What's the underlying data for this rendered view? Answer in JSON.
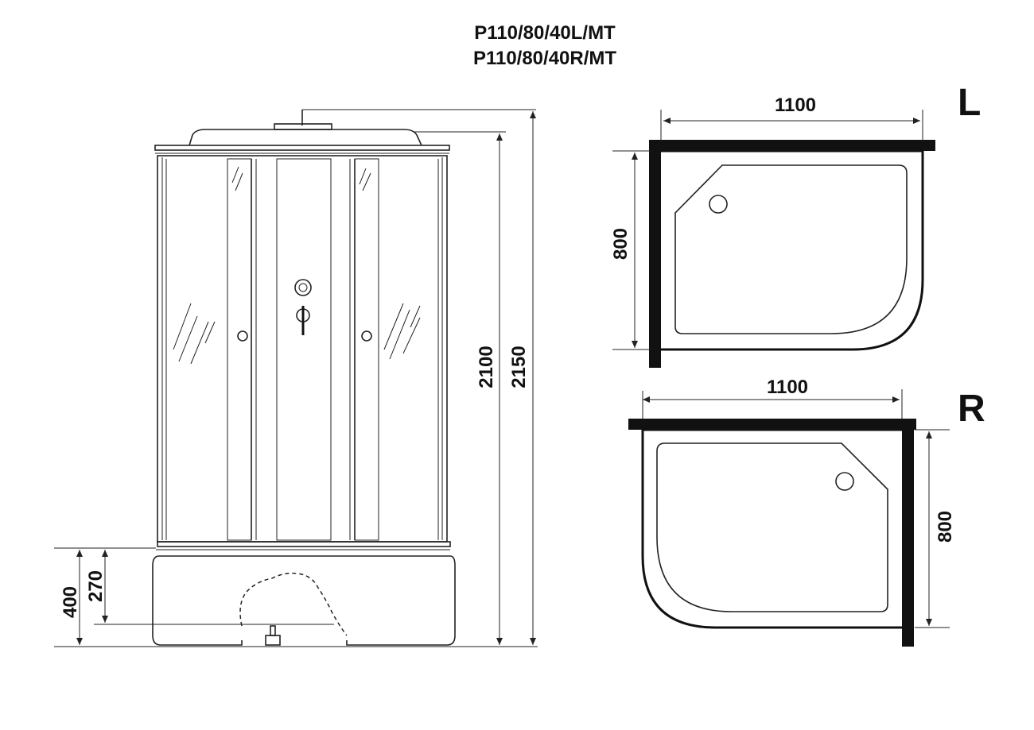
{
  "header": {
    "model_left": "P110/80/40L/MT",
    "model_right": "P110/80/40R/MT"
  },
  "front_view": {
    "height_cabin": "2100",
    "height_total": "2150",
    "height_tray": "400",
    "height_tray_inner": "270"
  },
  "plan_left": {
    "variant_label": "L",
    "width": "1100",
    "depth": "800"
  },
  "plan_right": {
    "variant_label": "R",
    "width": "1100",
    "depth": "800"
  },
  "colors": {
    "line": "#222222",
    "text": "#111111",
    "background": "#ffffff"
  }
}
